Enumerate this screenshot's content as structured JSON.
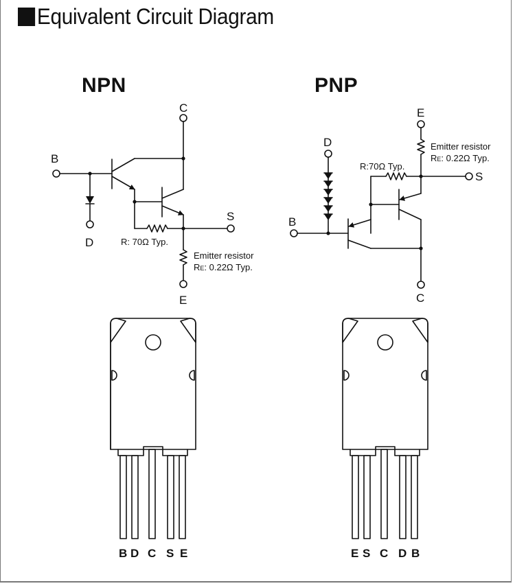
{
  "title": "Equivalent Circuit Diagram",
  "npn": {
    "heading": "NPN",
    "pins": {
      "b": "B",
      "c": "C",
      "d": "D",
      "s": "S",
      "e": "E"
    },
    "r_label": "R: 70Ω Typ.",
    "re_title": "Emitter resistor",
    "re_prefix": "R",
    "re_sub": "E",
    "re_value": ": 0.22Ω Typ.",
    "package_leads": [
      "B",
      "D",
      "C",
      "S",
      "E"
    ]
  },
  "pnp": {
    "heading": "PNP",
    "pins": {
      "b": "B",
      "c": "C",
      "d": "D",
      "s": "S",
      "e": "E"
    },
    "r_label": "R:70Ω Typ.",
    "re_title": "Emitter resistor",
    "re_prefix": "R",
    "re_sub": "E",
    "re_value": ": 0.22Ω Typ.",
    "package_leads": [
      "E",
      "S",
      "C",
      "D",
      "B"
    ]
  }
}
